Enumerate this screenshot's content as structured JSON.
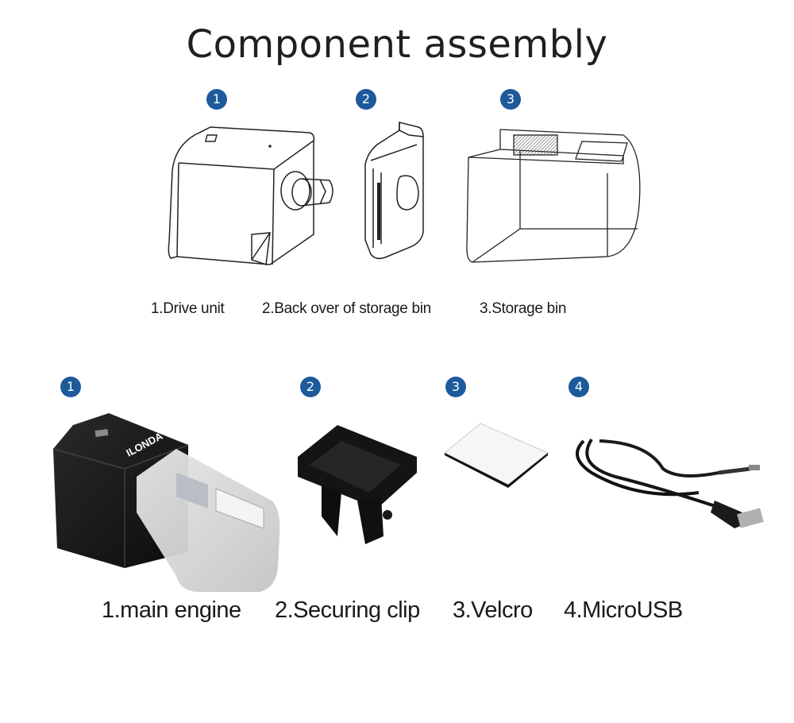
{
  "title": "Component assembly",
  "theme": {
    "badge_color": "#1d5a9c",
    "line_color": "#222222"
  },
  "top_section": {
    "badges": [
      "1",
      "2",
      "3"
    ],
    "captions": [
      "1.Drive unit",
      "2.Back over of storage bin",
      "3.Storage bin"
    ],
    "items": [
      {
        "number": "1",
        "label": "Drive unit",
        "illustration": "line-drawing"
      },
      {
        "number": "2",
        "label": "Back over of storage bin",
        "illustration": "line-drawing"
      },
      {
        "number": "3",
        "label": "Storage bin",
        "illustration": "line-drawing"
      }
    ]
  },
  "bottom_section": {
    "badges": [
      "1",
      "2",
      "3",
      "4"
    ],
    "captions": [
      "1.main engine",
      "2.Securing clip",
      "3.Velcro",
      "4.MicroUSB"
    ],
    "items": [
      {
        "number": "1",
        "label": "main engine",
        "brand_mark": "ILONDA"
      },
      {
        "number": "2",
        "label": "Securing clip"
      },
      {
        "number": "3",
        "label": "Velcro"
      },
      {
        "number": "4",
        "label": "MicroUSB"
      }
    ]
  }
}
